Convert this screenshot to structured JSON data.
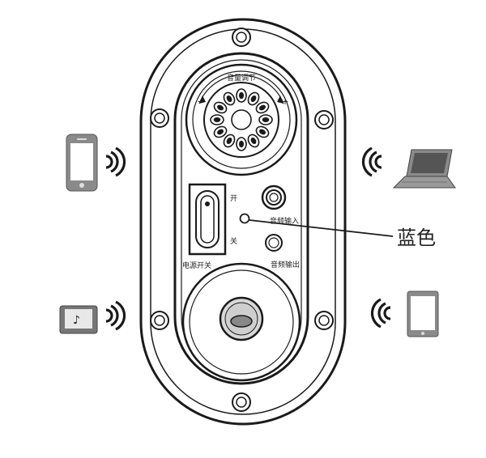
{
  "labels": {
    "volume": "音量调节",
    "minus": "−",
    "plus": "+",
    "on": "开",
    "off": "关",
    "power_switch": "电源开关",
    "audio_in": "音频输入",
    "audio_out": "音频输出",
    "callout": "蓝色"
  },
  "icons": {
    "left_top": "smartphone-icon",
    "left_bottom": "music-tablet-icon",
    "right_top": "laptop-icon",
    "right_bottom": "tablet-icon",
    "signal": "wireless-signal-icon"
  },
  "colors": {
    "line": "#1a1a1a",
    "device_fill": "#8a8a8a",
    "device_dark": "#555555",
    "screen": "#ffffff"
  }
}
